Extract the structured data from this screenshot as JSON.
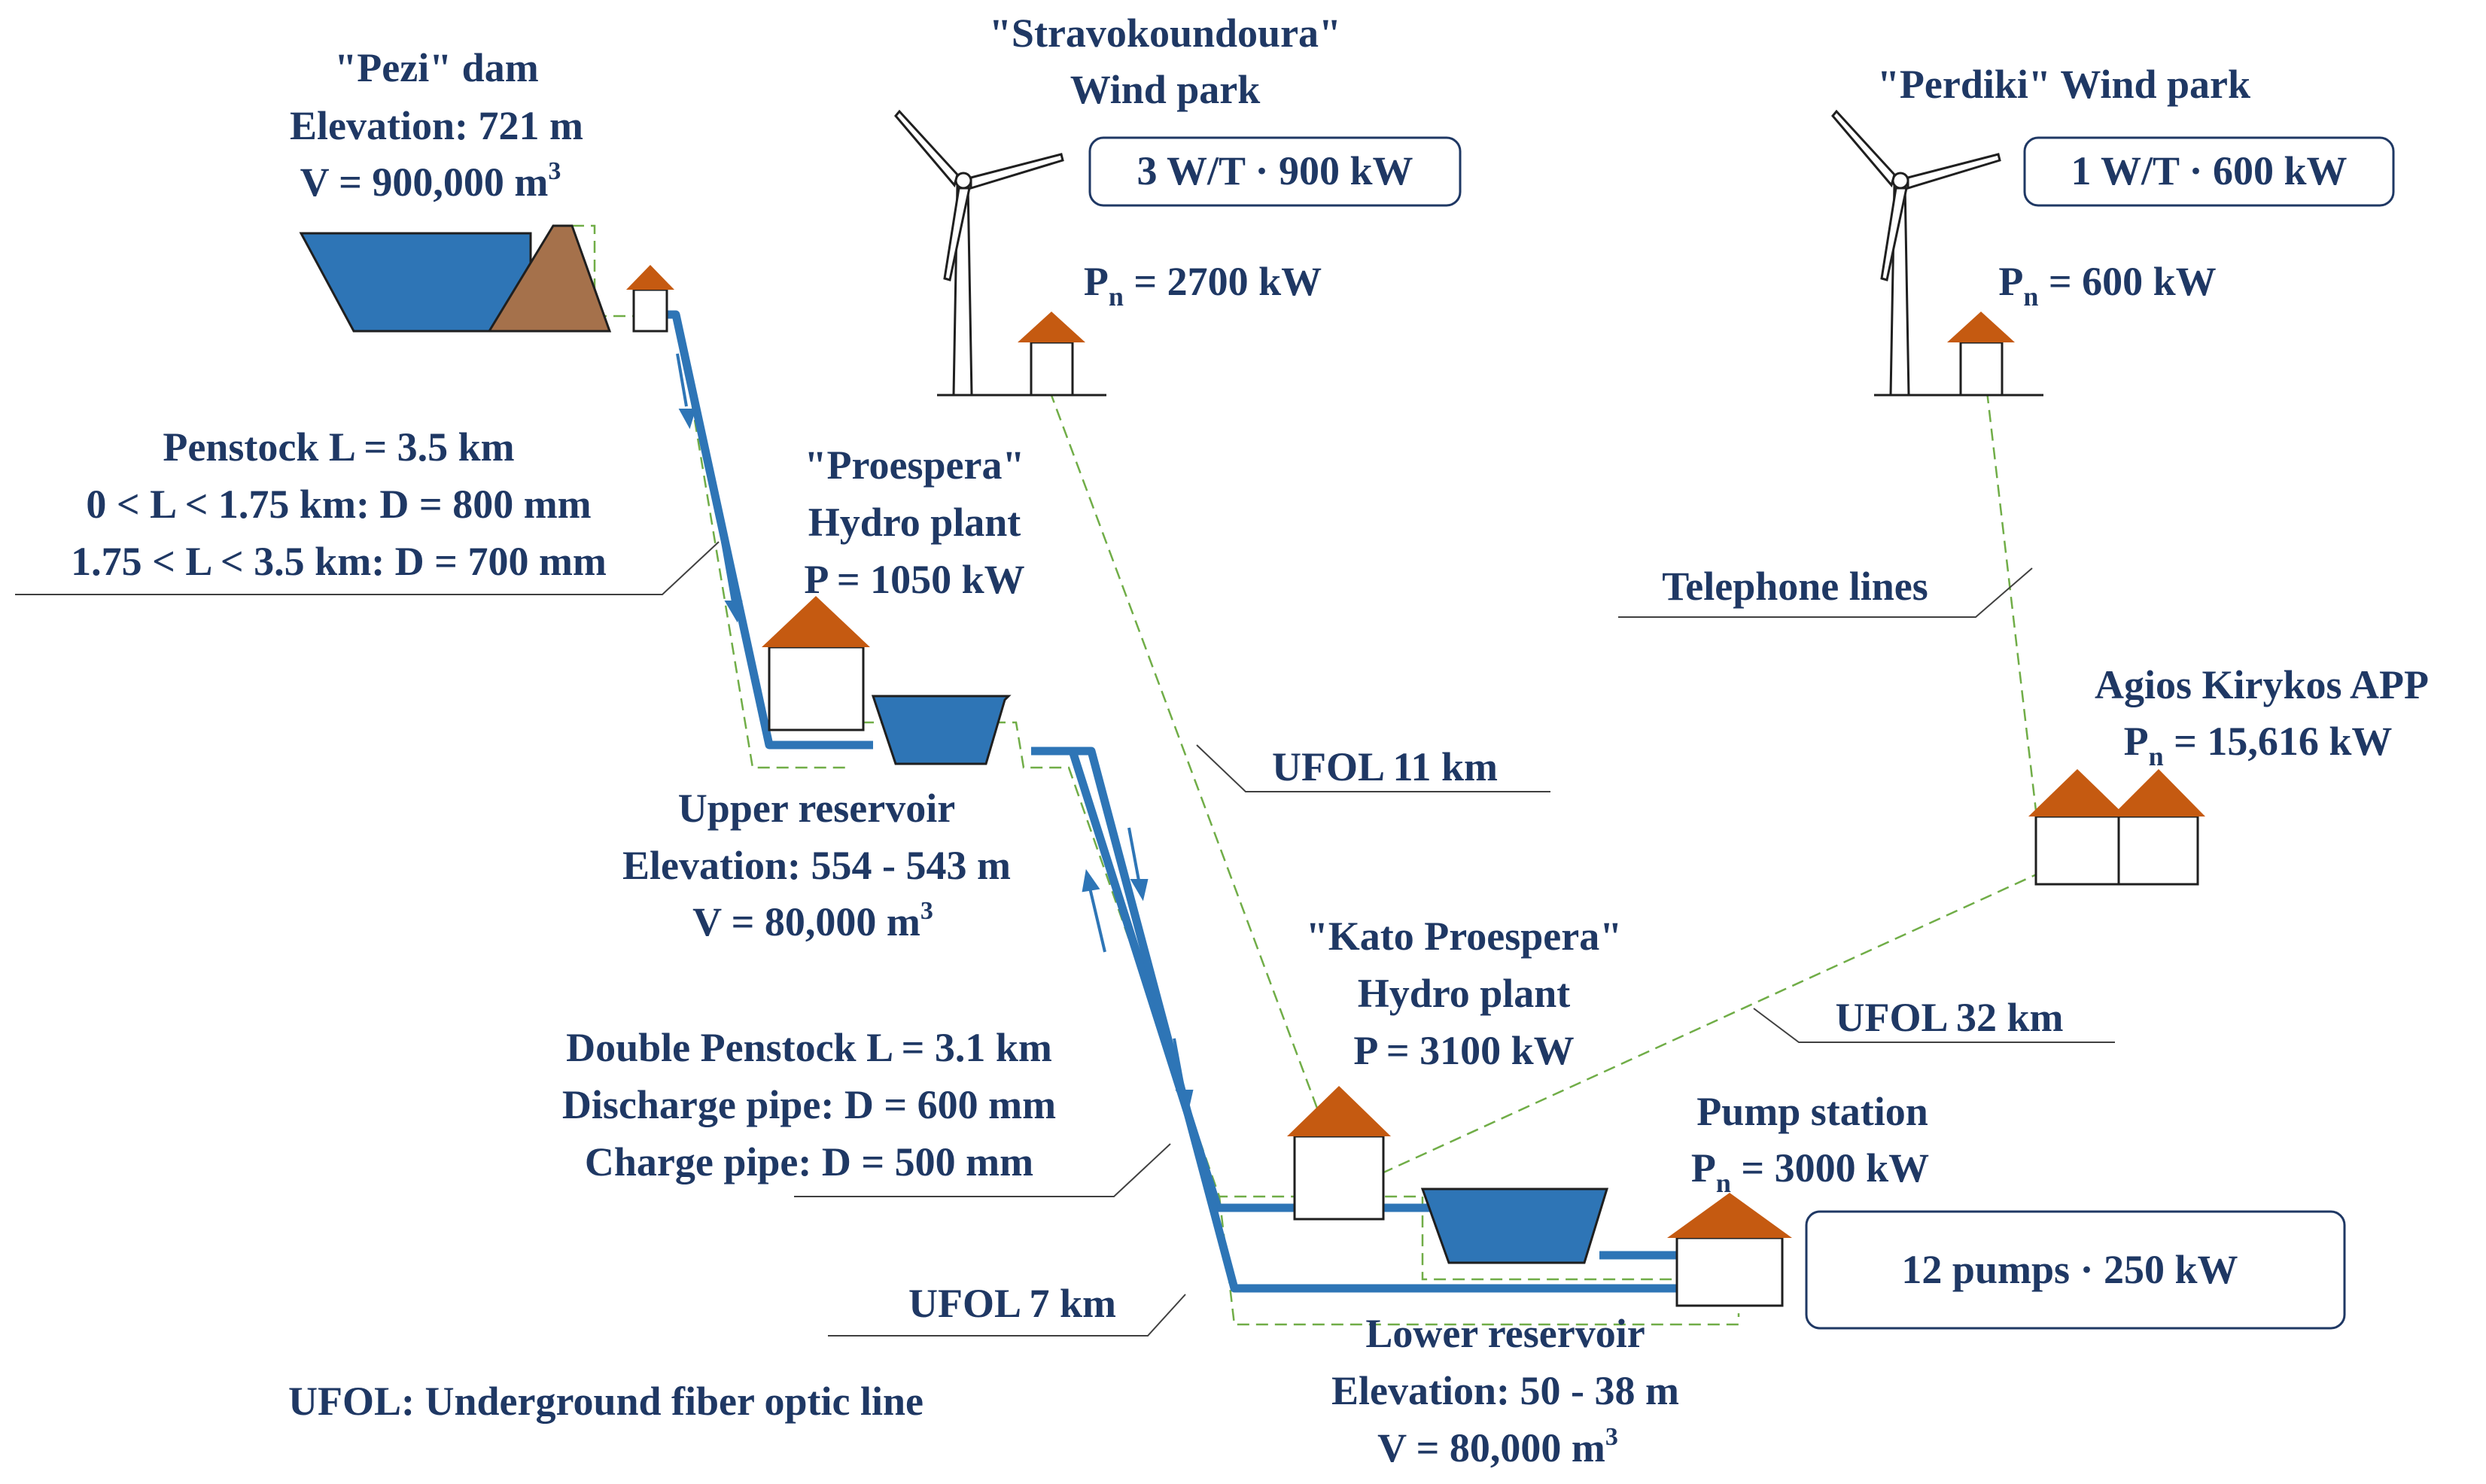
{
  "labels": {
    "pezi_title": "\"Pezi\" dam",
    "pezi_elev": "Elevation: 721 m",
    "pezi_vol": "V = 900,000 m",
    "pezi_vol_sup": "3",
    "strav_title": "\"Stravokoundoura\"",
    "strav_sub": "Wind park",
    "strav_box": "3 W/T  ·  900 kW",
    "strav_pn_p": "P",
    "strav_pn_sub": "n",
    "strav_pn_val": " = 2700 kW",
    "perdiki_title": "\"Perdiki\" Wind park",
    "perdiki_box": "1 W/T  ·  600 kW",
    "perdiki_pn_p": "P",
    "perdiki_pn_sub": "n",
    "perdiki_pn_val": " = 600 kW",
    "penstock1_l1": "Penstock L = 3.5 km",
    "penstock1_l2": "0 < L < 1.75 km: D = 800 mm",
    "penstock1_l3": "1.75 < L < 3.5 km: D = 700 mm",
    "proespera_title": "\"Proespera\"",
    "proespera_sub": "Hydro plant",
    "proespera_p": "P = 1050 kW",
    "telephone": "Telephone lines",
    "agios_title": "Agios Kirykos APP",
    "agios_pn_p": "P",
    "agios_pn_sub": "n",
    "agios_pn_val": " = 15,616 kW",
    "ufol11": "UFOL 11 km",
    "upper_title": "Upper reservoir",
    "upper_elev": "Elevation: 554 - 543 m",
    "upper_vol": "V = 80,000 m",
    "upper_vol_sup": "3",
    "kato_title": "\"Kato Proespera\"",
    "kato_sub": "Hydro plant",
    "kato_p": "P = 3100 kW",
    "ufol32": "UFOL 32 km",
    "double_l1": "Double Penstock L = 3.1 km",
    "double_l2": "Discharge pipe: D = 600 mm",
    "double_l3": "Charge pipe: D = 500 mm",
    "pump_title": "Pump station",
    "pump_pn_p": "P",
    "pump_pn_sub": "n",
    "pump_pn_val": " = 3000 kW",
    "pump_box": "12 pumps  ·  250 kW",
    "ufol7": "UFOL 7 km",
    "lower_title": "Lower reservoir",
    "lower_elev": "Elevation: 50 - 38 m",
    "lower_vol": "V = 80,000 m",
    "lower_vol_sup": "3",
    "legend": "UFOL: Underground fiber optic line"
  },
  "colors": {
    "text": "#1f3864",
    "water": "#2e75b6",
    "pipe": "#2e75b6",
    "roof": "#c55a11",
    "dam": "#a5714b",
    "fiber": "#70ad47",
    "leader": "#404040"
  }
}
